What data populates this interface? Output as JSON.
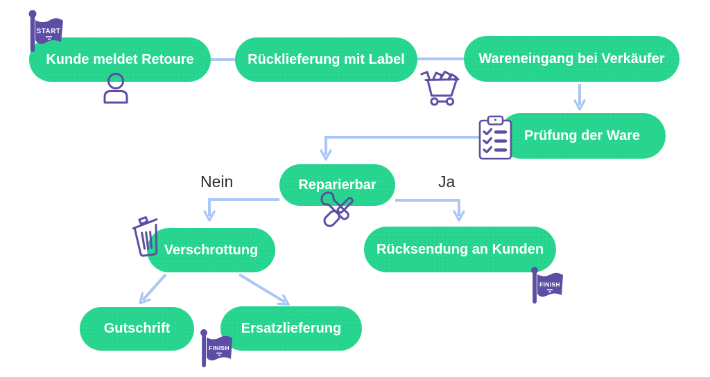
{
  "colors": {
    "node_fill": "#28D690",
    "node_text": "#FFFFFF",
    "connector_blue": "#ABC7F5",
    "icon_purple": "#5C4DA5",
    "branch_label_text": "#2E2E2E"
  },
  "nodes": [
    {
      "id": "kunde-meldet-retoure",
      "label": "Kunde meldet Retoure"
    },
    {
      "id": "ruecklieferung-mit-label",
      "label": "Rücklieferung mit Label"
    },
    {
      "id": "wareneingang-bei-verkaeufer",
      "label": "Wareneingang bei Verkäufer"
    },
    {
      "id": "pruefung-der-ware",
      "label": "Prüfung der Ware"
    },
    {
      "id": "reparierbar",
      "label": "Reparierbar"
    },
    {
      "id": "verschrottung",
      "label": "Verschrottung"
    },
    {
      "id": "ruecksendung-an-kunden",
      "label": "Rücksendung an Kunden"
    },
    {
      "id": "gutschrift",
      "label": "Gutschrift"
    },
    {
      "id": "ersatzlieferung",
      "label": "Ersatzlieferung"
    }
  ],
  "branch_labels": {
    "no": "Nein",
    "yes": "Ja"
  },
  "flags": {
    "start": "START",
    "finish_top": "FINISH",
    "finish_bottom": "FINISH"
  },
  "icons": [
    "start-flag-icon",
    "person-icon",
    "cart-icon",
    "clipboard-icon",
    "tools-icon",
    "trash-icon",
    "finish-flag-icon",
    "finish-flag-icon"
  ]
}
